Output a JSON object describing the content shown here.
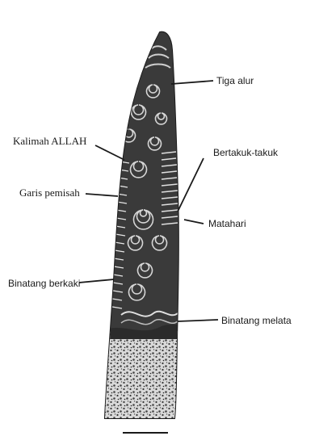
{
  "figure": {
    "labels": {
      "tiga_alur": "Tiga alur",
      "kalimah_allah": "Kalimah ALLAH",
      "bertakuk_takuk": "Bertakuk-takuk",
      "garis_pemisah": "Garis pemisah",
      "matahari": "Matahari",
      "binatang_berkaki": "Binatang berkaki",
      "binatang_melata": "Binatang melata"
    }
  },
  "colors": {
    "ink": "#1a1a1a",
    "stone_dark": "#2b2b2b",
    "stone_mid": "#6a6a6a",
    "paper": "#ffffff"
  }
}
